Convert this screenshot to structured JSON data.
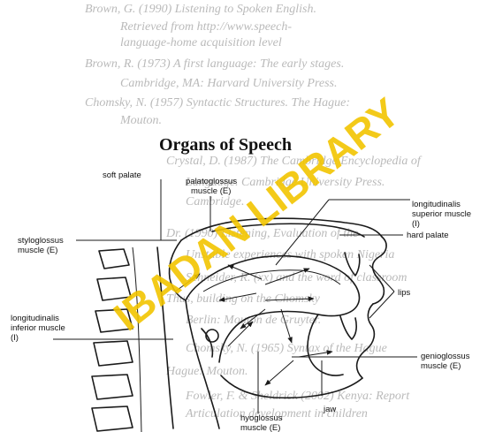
{
  "page": {
    "background_text": [
      "Brown, G. (1990) Listening to Spoken English.",
      "Retrieved from http://www.speech-",
      "language-home acquisition level",
      "Brown, R. (1973) A first language: The early stages.",
      "Cambridge, MA: Harvard University Press.",
      "Chomsky, N. (1957) Syntactic Structures. The Hague:",
      "Mouton.",
      "Crystal, D. (1987) The Cambridge Encyclopedia of",
      "Language. Cambridge University Press.",
      "Cambridge.",
      "Dr. (1990) Listening, Evaluation of the",
      "Unstable experiences with spoken Nigeria",
      "Schneider, R. (xx) and the word of classroom",
      "Thus, building on the Chomsky",
      "Berlin: Mouton de Gruyter.",
      "Chomsky, N. (1965) Syntax of the Hague",
      "Hague: Mouton.",
      "Fowler, F. & Sheldrick (2002) Kenya: Report",
      "Articulation development in children"
    ],
    "watermark": "IBADAN LIBRARY",
    "colors": {
      "watermark": "#f2c400",
      "ink": "#1a1a1a",
      "background_text": "#5b5b5b"
    }
  },
  "diagram": {
    "title": "Organs of Speech",
    "labels": {
      "soft_palate": "soft palate",
      "palatoglossus": [
        "palatoglossus",
        "muscle (E)"
      ],
      "longitudinalis_superior": [
        "longitudinalis",
        "superior muscle",
        "(I)"
      ],
      "hard_palate": "hard palate",
      "styloglossus": [
        "styloglossus",
        "muscle (E)"
      ],
      "lips": "lips",
      "longitudinalis_inferior": [
        "longitudinalis",
        "inferior muscle",
        "(I)"
      ],
      "genioglossus": [
        "genioglossus",
        "muscle (E)"
      ],
      "jaw": "jaw",
      "hyoglossus": [
        "hyoglossus",
        "muscle (E)"
      ]
    }
  }
}
